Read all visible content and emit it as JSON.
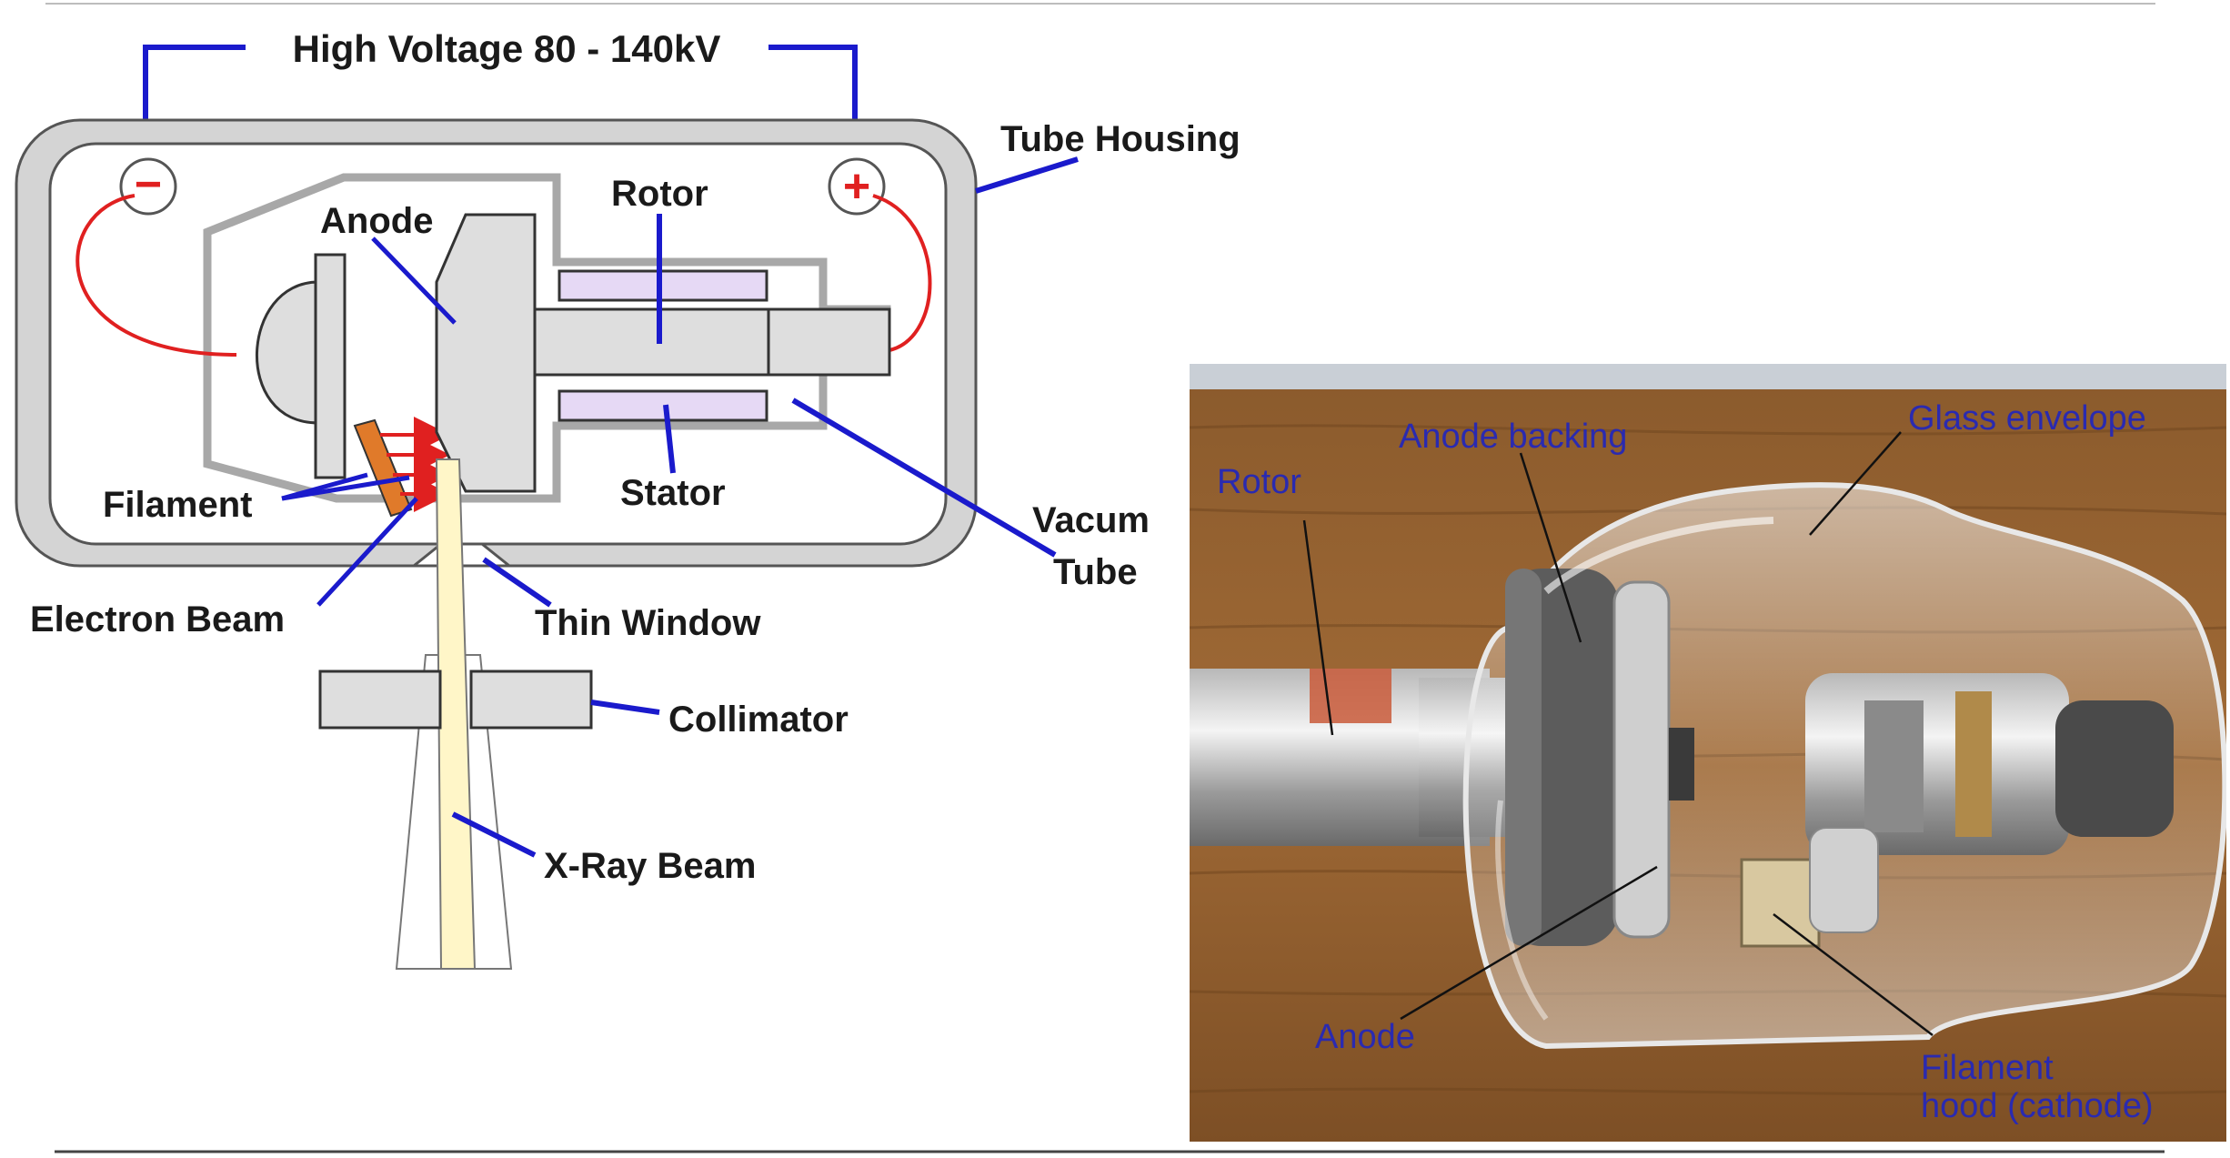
{
  "diagram": {
    "high_voltage": "High Voltage 80 - 140kV",
    "minus_sign": "−",
    "plus_sign": "+",
    "labels": {
      "tube_housing": "Tube Housing",
      "anode": "Anode",
      "rotor": "Rotor",
      "stator": "Stator",
      "filament": "Filament",
      "electron_beam": "Electron Beam",
      "thin_window": "Thin Window",
      "vacuum_tube_line1": "Vacum",
      "vacuum_tube_line2": "Tube",
      "collimator": "Collimator",
      "xray_beam": "X-Ray Beam"
    }
  },
  "photo": {
    "labels": {
      "rotor": "Rotor",
      "anode_backing": "Anode backing",
      "glass_envelope": "Glass envelope",
      "anode": "Anode",
      "filament_hood_line1": "Filament",
      "filament_hood_line2": "hood (cathode)"
    }
  },
  "colors": {
    "leader_line": "#1a1acc",
    "wire_red": "#e02020",
    "housing_gray": "#d4d4d4",
    "part_gray": "#dedede",
    "stator_purple": "#e6d9f5",
    "xray_yellow": "#fff6c8",
    "filament_orange": "#e07a2a",
    "photo_label": "#2a2ab0"
  }
}
